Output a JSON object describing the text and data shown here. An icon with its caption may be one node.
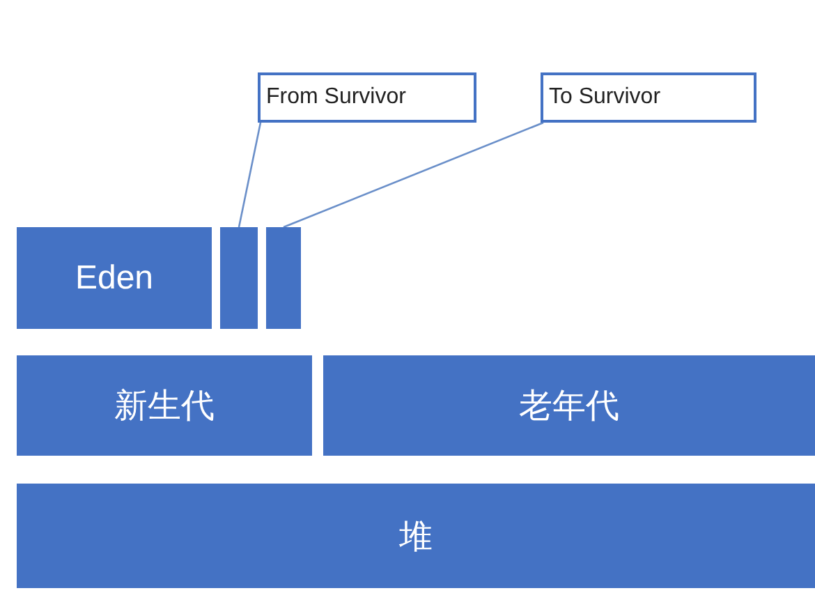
{
  "diagram": {
    "nodes": [
      {
        "text": [
          "From Survivor"
        ]
      },
      {
        "text": [
          "To Survivor"
        ]
      },
      {
        "text": [
          "Eden"
        ]
      },
      {
        "text": [],
        "shape": "bar"
      },
      {
        "text": [],
        "shape": "bar"
      },
      {
        "text": [
          "新生代"
        ]
      },
      {
        "text": [
          "老年代"
        ]
      },
      {
        "text": [
          "堆"
        ]
      }
    ],
    "edges": [
      {
        "from": 0,
        "to": 3,
        "arrow": "none"
      },
      {
        "from": 1,
        "to": 4,
        "arrow": "none"
      }
    ]
  }
}
